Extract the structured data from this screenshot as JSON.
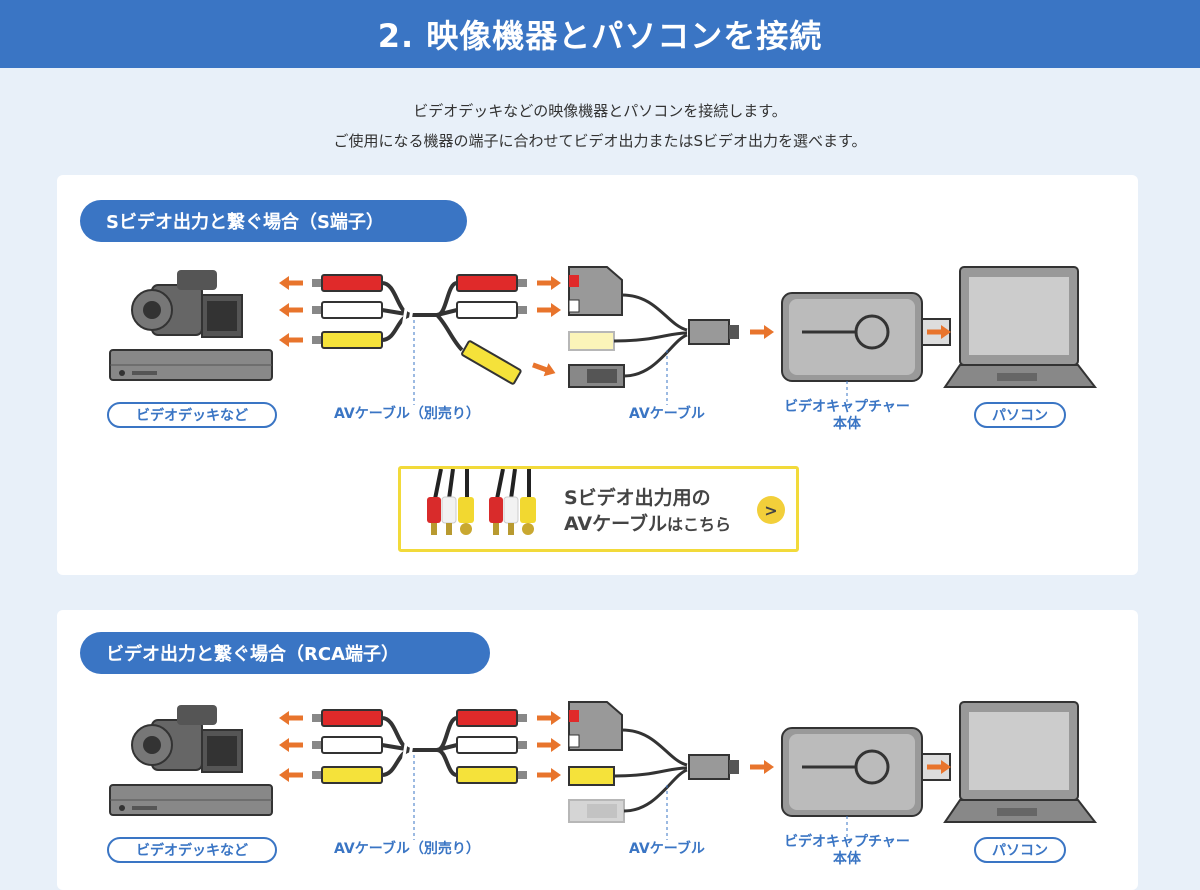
{
  "header": {
    "title": "2. 映像機器とパソコンを接続"
  },
  "intro": {
    "line1": "ビデオデッキなどの映像機器とパソコンを接続します。",
    "line2": "ご使用になる機器の端子に合わせてビデオ出力またはSビデオ出力を選べます。"
  },
  "sections": [
    {
      "title": "Sビデオ出力と繋ぐ場合（S端子）",
      "mode": "s",
      "labels": {
        "source": "ビデオデッキなど",
        "cable_sold": "AVケーブル（別売り）",
        "cable": "AVケーブル",
        "capture_1": "ビデオキャプチャー",
        "capture_2": "本体",
        "pc": "パソコン"
      },
      "promo": {
        "line1": "Sビデオ出力用の",
        "line2_main": "AVケーブル",
        "line2_small": "はこちら",
        "link_icon": "chevron-right-icon"
      }
    },
    {
      "title": "ビデオ出力と繋ぐ場合（RCA端子）",
      "mode": "rca",
      "labels": {
        "source": "ビデオデッキなど",
        "cable_sold": "AVケーブル（別売り）",
        "cable": "AVケーブル",
        "capture_1": "ビデオキャプチャー",
        "capture_2": "本体",
        "pc": "パソコン"
      }
    }
  ],
  "colors": {
    "brand": "#3a75c4",
    "arrow": "#e8742c",
    "red": "#e02a2a",
    "yellow": "#f5e23a",
    "promo_border": "#f2da3a"
  }
}
